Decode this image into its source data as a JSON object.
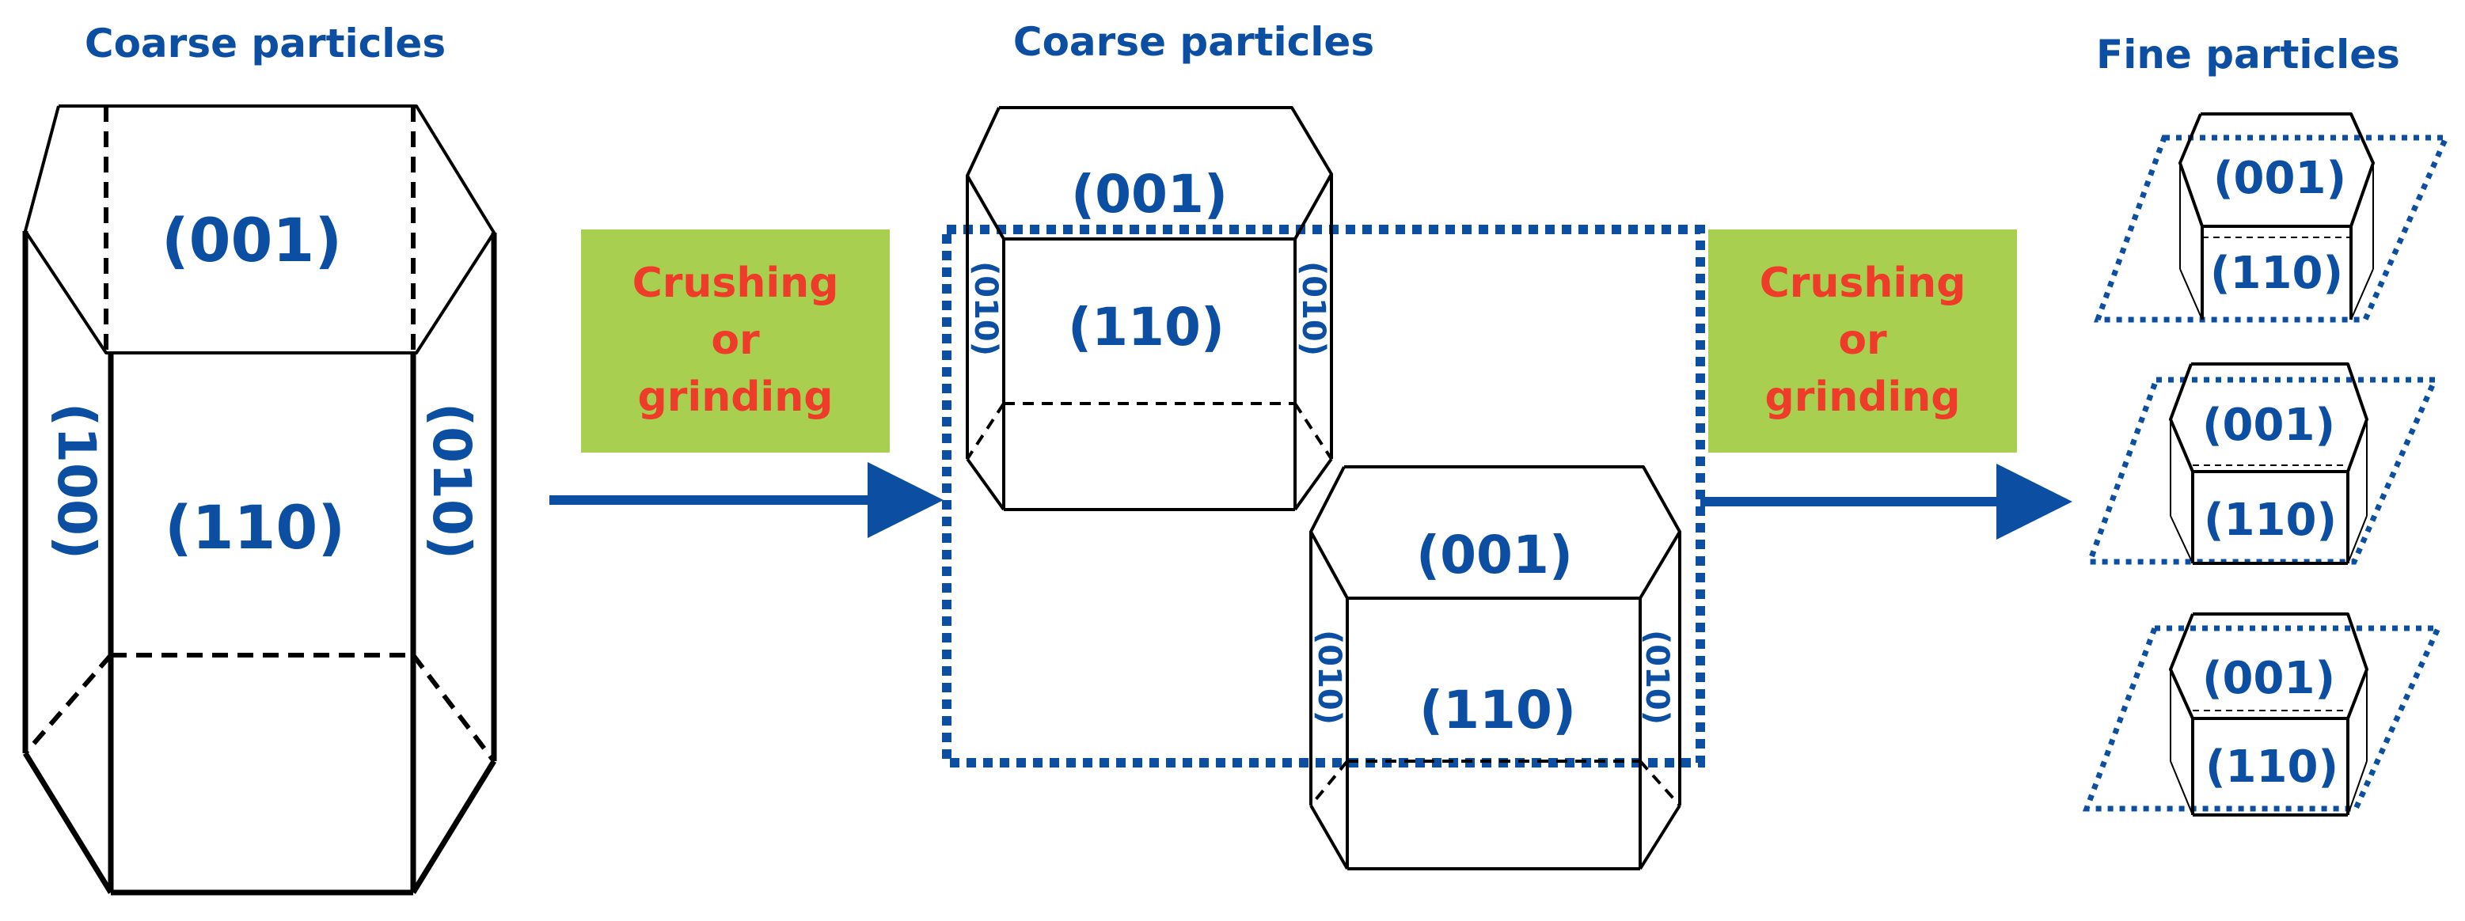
{
  "titles": {
    "coarse_left": "Coarse particles",
    "coarse_middle": "Coarse particles",
    "fine_right": "Fine particles"
  },
  "process_steps": [
    {
      "line1": "Crushing",
      "line2": "or",
      "line3": "grinding"
    },
    {
      "line1": "Crushing",
      "line2": "or",
      "line3": "grinding"
    }
  ],
  "faces": {
    "big": {
      "top": "(001)",
      "front": "(110)",
      "left": "(100)",
      "right": "(010)"
    },
    "mid_a": {
      "top": "(001)",
      "front": "(110)",
      "left": "(010)",
      "right": "(010)"
    },
    "mid_b": {
      "top": "(001)",
      "front": "(110)",
      "left": "(010)",
      "right": "(010)"
    },
    "fine": [
      {
        "top": "(001)",
        "front": "(110)"
      },
      {
        "top": "(001)",
        "front": "(110)"
      },
      {
        "top": "(001)",
        "front": "(110)"
      }
    ]
  },
  "colors": {
    "label_blue": "#0b4ea2",
    "step_box_green": "#a8cf4f",
    "step_text_red": "#ee3b2a",
    "arrow_blue": "#0b4ea2"
  }
}
